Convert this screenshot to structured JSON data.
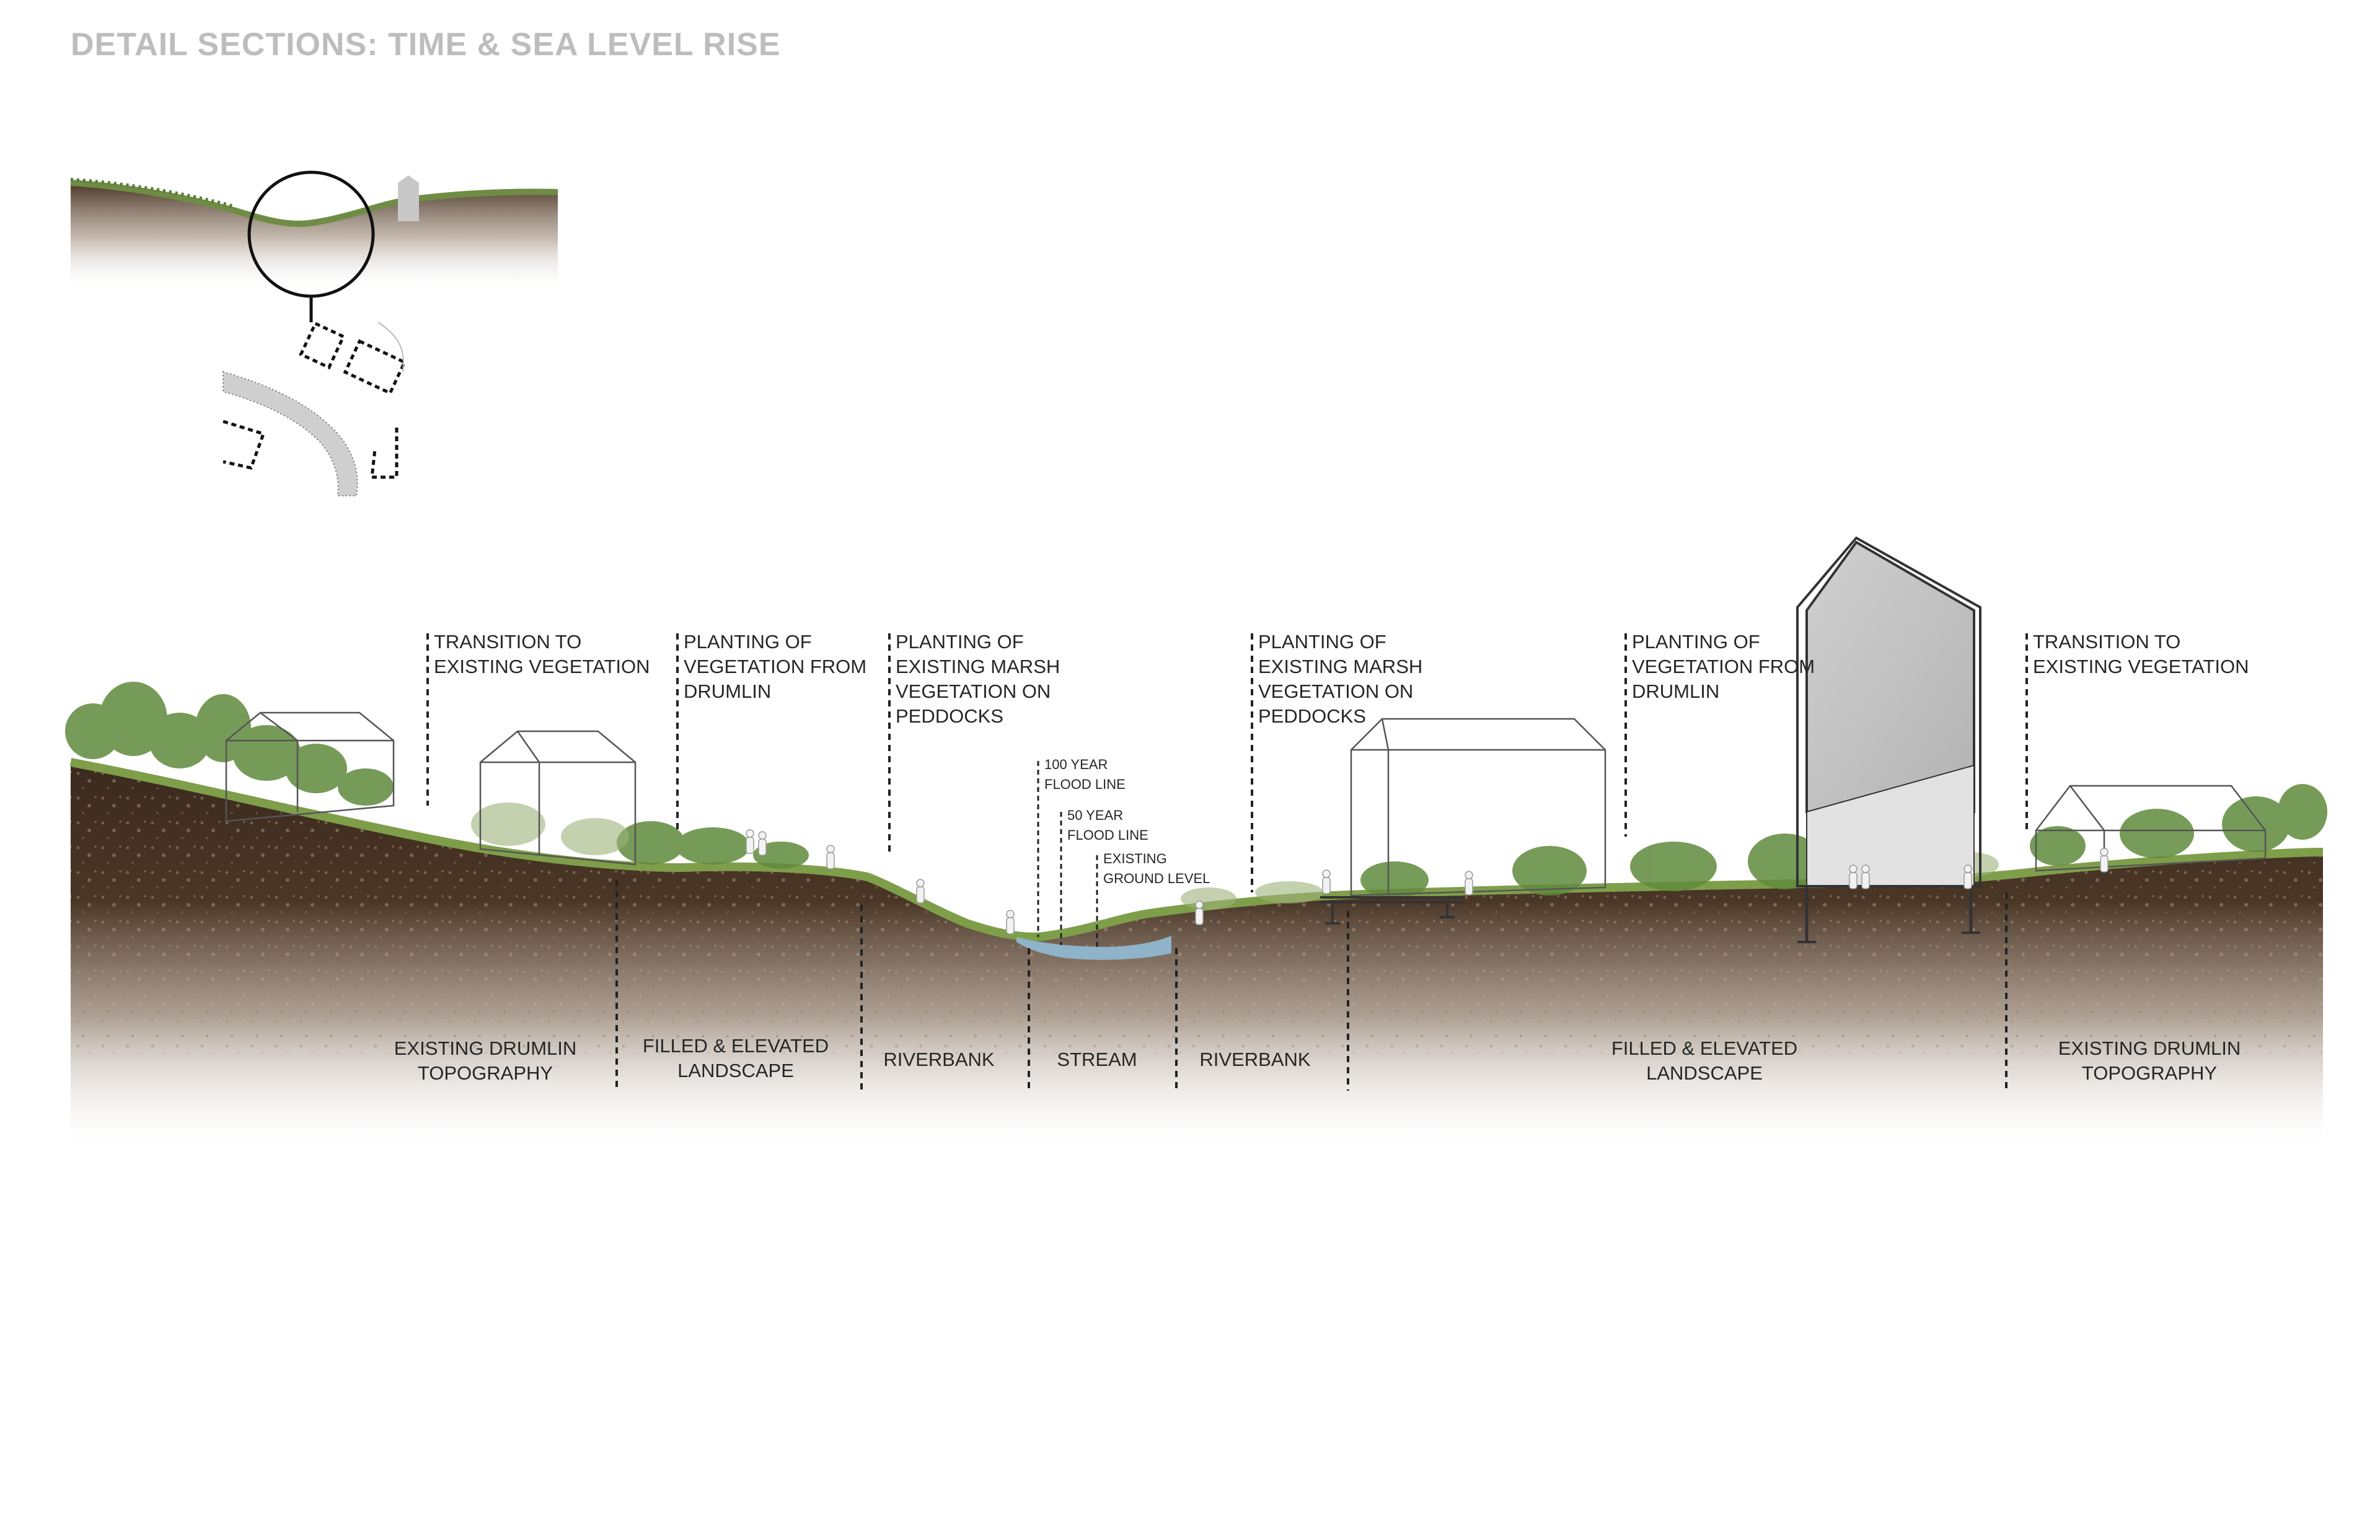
{
  "title": "DETAIL SECTIONS: TIME & SEA LEVEL RISE",
  "top_labels": [
    "TRANSITION TO\nEXISTING VEGETATION",
    "PLANTING OF\nVEGETATION FROM\nDRUMLIN",
    "PLANTING OF\nEXISTING MARSH\nVEGETATION ON\nPEDDOCKS",
    "PLANTING OF\nEXISTING MARSH\nVEGETATION ON\nPEDDOCKS",
    "PLANTING OF\nVEGETATION FROM\nDRUMLIN",
    "TRANSITION TO\nEXISTING VEGETATION"
  ],
  "flood_labels": [
    "100 YEAR\nFLOOD LINE",
    "50 YEAR\nFLOOD LINE",
    "EXISTING\nGROUND LEVEL"
  ],
  "bottom_labels": [
    "EXISTING DRUMLIN\nTOPOGRAPHY",
    "FILLED & ELEVATED\nLANDSCAPE",
    "RIVERBANK",
    "STREAM",
    "RIVERBANK",
    "FILLED & ELEVATED\nLANDSCAPE",
    "EXISTING DRUMLIN\nTOPOGRAPHY"
  ],
  "colors": {
    "soil_dark": "#3b2a1e",
    "soil_mid": "#6b5440",
    "grass": "#7e9e4a",
    "tree": "#5f8a3c",
    "water": "#8fb3c8",
    "line": "#333333",
    "title": "#bdbdbd"
  }
}
